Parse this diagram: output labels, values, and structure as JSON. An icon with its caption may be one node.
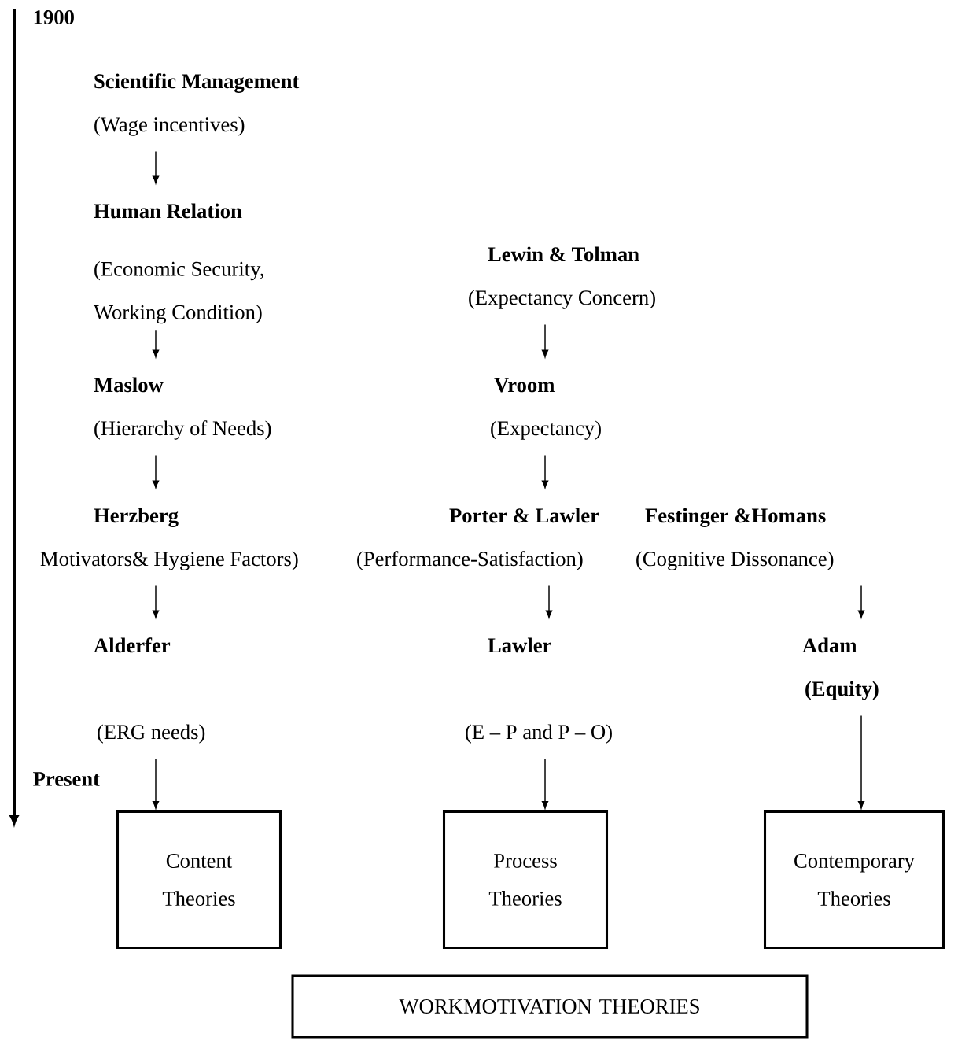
{
  "diagram": {
    "nodes": [
      {
        "text": [
          "Scientific Management",
          "(Wage incentives)"
        ]
      },
      {
        "text": [
          "Human Relation",
          "(Economic Security, Working Condition)"
        ]
      },
      {
        "text": [
          "Lewin & Tolman",
          "(Expectancy Concern)"
        ]
      },
      {
        "text": [
          "Maslow",
          "(Hierarchy of Needs)"
        ]
      },
      {
        "text": [
          "Vroom",
          "(Expectancy)"
        ]
      },
      {
        "text": [
          "Herzberg",
          "Motivators& Hygiene Factors)"
        ]
      },
      {
        "text": [
          "Porter & Lawler",
          "(Performance-Satisfaction)"
        ]
      },
      {
        "text": [
          "Festinger &Homans",
          "(Cognitive Dissonance)"
        ]
      },
      {
        "text": [
          "Alderfer",
          "(ERG needs)"
        ]
      },
      {
        "text": [
          "Lawler",
          "(E – P and P – O)"
        ]
      },
      {
        "text": [
          "Adam",
          "(Equity)"
        ]
      },
      {
        "text": [
          "Content Theories"
        ]
      },
      {
        "text": [
          "Process Theories"
        ]
      },
      {
        "text": [
          "Contemporary Theories"
        ]
      },
      {
        "text": [
          "WORKMOTIVATION THEORIES"
        ]
      }
    ],
    "edges": [
      {
        "from": 0,
        "to": 1,
        "arrow": "to"
      },
      {
        "from": 1,
        "to": 3,
        "arrow": "to"
      },
      {
        "from": 2,
        "to": 4,
        "arrow": "to"
      },
      {
        "from": 3,
        "to": 5,
        "arrow": "to"
      },
      {
        "from": 4,
        "to": 6,
        "arrow": "to"
      },
      {
        "from": 5,
        "to": 8,
        "arrow": "to"
      },
      {
        "from": 6,
        "to": 9,
        "arrow": "to"
      },
      {
        "from": 7,
        "to": 10,
        "arrow": "to"
      },
      {
        "from": 8,
        "to": 11,
        "arrow": "to"
      },
      {
        "from": 9,
        "to": 12,
        "arrow": "to"
      },
      {
        "from": 10,
        "to": 13,
        "arrow": "to"
      }
    ],
    "labels": [
      "1900",
      "Present"
    ]
  }
}
